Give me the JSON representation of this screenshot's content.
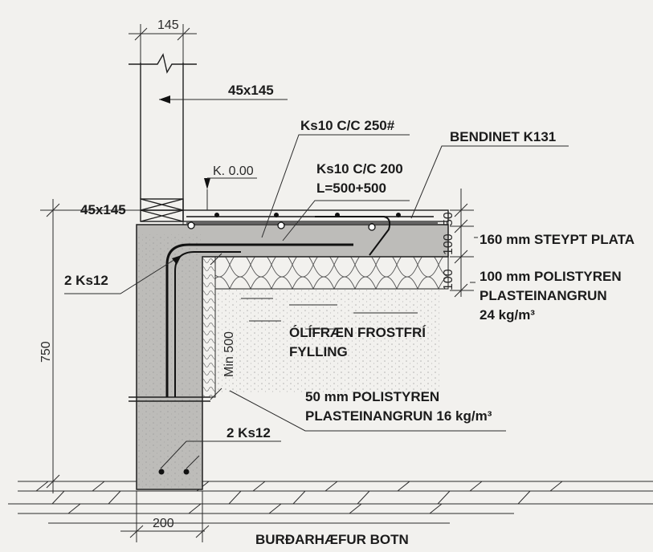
{
  "labels": {
    "stud_top": "45x145",
    "stud_plate": "45x145",
    "rebar_mesh_top": "Ks10 C/C 250#",
    "rebar_bent": "Ks10 C/C 200",
    "rebar_length": "L=500+500",
    "bendinet": "BENDINET K131",
    "level": "K. 0.00",
    "rebar_corner": "2 Ks12",
    "slab": "160 mm STEYPT PLATA",
    "insul_top_1": "100 mm POLISTYREN",
    "insul_top_2": "PLASTEINANGRUN",
    "insul_top_3": "24 kg/m³",
    "fill_1": "ÓLÍFRÆN FROSTFRÍ",
    "fill_2": "FYLLING",
    "insul_side_1": "50 mm POLISTYREN",
    "insul_side_2": "PLASTEINANGRUN 16 kg/m³",
    "rebar_bottom": "2 Ks12",
    "ground": "BURÐARHÆFUR BOTN"
  },
  "dimensions": {
    "wall_width": "145",
    "footing_width": "200",
    "height": "750",
    "min_depth": "Min 500",
    "dim_50": "50",
    "dim_100a": "100",
    "dim_100b": "100"
  },
  "colors": {
    "concrete": "#bdbcb9",
    "ink": "#1f1f1f",
    "paper": "#f2f1ee"
  }
}
